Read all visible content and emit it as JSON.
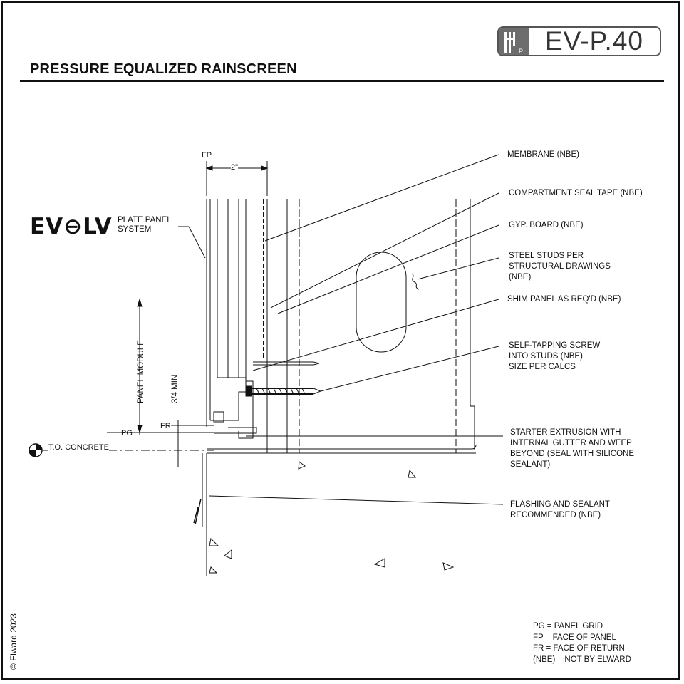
{
  "sheet": {
    "id": "EV-P.40",
    "title": "PRESSURE EQUALIZED RAINSCREEN"
  },
  "brand": {
    "name": "EV⊖LV",
    "subtitle": "PLATE PANEL\nSYSTEM"
  },
  "dimensions": {
    "fp_label": "FP",
    "width_label": "2\"",
    "panel_module": "PANEL MODULE",
    "min_label": "3/4 MIN",
    "fr_label": "FR",
    "pg_label": "PG",
    "concrete_label": "T.O. CONCRETE"
  },
  "callouts": [
    {
      "text": "MEMBRANE (NBE)"
    },
    {
      "text": "COMPARTMENT SEAL TAPE (NBE)"
    },
    {
      "text": "GYP. BOARD (NBE)"
    },
    {
      "text": "STEEL STUDS PER\nSTRUCTURAL DRAWINGS\n(NBE)"
    },
    {
      "text": "SHIM PANEL AS REQ'D (NBE)"
    },
    {
      "text": "SELF-TAPPING SCREW\nINTO STUDS (NBE),\nSIZE PER CALCS"
    },
    {
      "text": "STARTER EXTRUSION WITH\nINTERNAL GUTTER AND WEEP\nBEYOND (SEAL WITH SILICONE\nSEALANT)"
    },
    {
      "text": "FLASHING AND SEALANT\nRECOMMENDED (NBE)"
    }
  ],
  "legend": "PG = PANEL GRID\nFP = FACE OF PANEL\nFR = FACE OF RETURN\n(NBE) = NOT BY ELWARD",
  "copyright": "© Elward 2023",
  "colors": {
    "line": "#111111",
    "badge_gray": "#6d6d6d"
  }
}
